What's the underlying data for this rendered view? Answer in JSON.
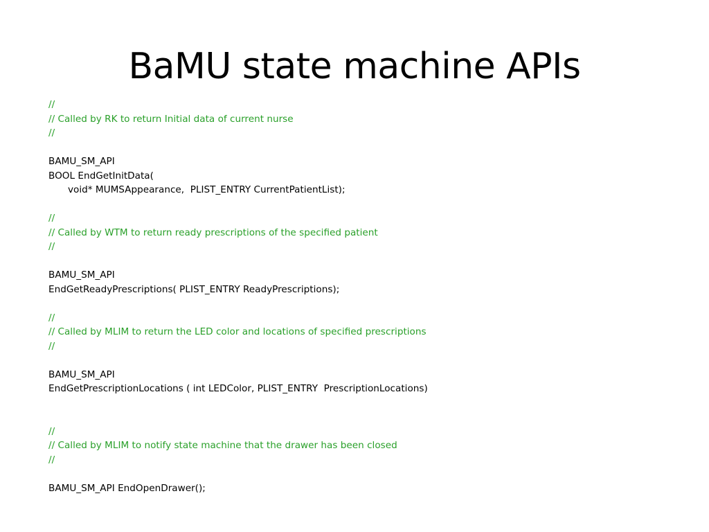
{
  "slide": {
    "title": "BaMU state machine APIs",
    "colors": {
      "comment": "#2aa02a",
      "code": "#000000",
      "background": "#ffffff"
    },
    "lines": [
      {
        "kind": "comment",
        "text": "//"
      },
      {
        "kind": "comment",
        "text": "// Called by RK to return Initial data of current nurse"
      },
      {
        "kind": "comment",
        "text": "//"
      },
      {
        "kind": "blank",
        "text": ""
      },
      {
        "kind": "code",
        "text": "BAMU_SM_API"
      },
      {
        "kind": "code",
        "text": "BOOL EndGetInitData("
      },
      {
        "kind": "code-indent",
        "text": "void* MUMSAppearance,  PLIST_ENTRY CurrentPatientList);"
      },
      {
        "kind": "blank",
        "text": ""
      },
      {
        "kind": "comment",
        "text": "//"
      },
      {
        "kind": "comment",
        "text": "// Called by WTM to return ready prescriptions of the specified patient"
      },
      {
        "kind": "comment",
        "text": "//"
      },
      {
        "kind": "blank",
        "text": ""
      },
      {
        "kind": "code",
        "text": "BAMU_SM_API"
      },
      {
        "kind": "code",
        "text": "EndGetReadyPrescriptions( PLIST_ENTRY ReadyPrescriptions);"
      },
      {
        "kind": "blank",
        "text": ""
      },
      {
        "kind": "comment",
        "text": "//"
      },
      {
        "kind": "comment",
        "text": "// Called by MLIM to return the LED color and locations of specified prescriptions"
      },
      {
        "kind": "comment",
        "text": "//"
      },
      {
        "kind": "blank",
        "text": ""
      },
      {
        "kind": "code",
        "text": "BAMU_SM_API"
      },
      {
        "kind": "code",
        "text": "EndGetPrescriptionLocations ( int LEDColor, PLIST_ENTRY  PrescriptionLocations)"
      },
      {
        "kind": "blank",
        "text": ""
      },
      {
        "kind": "blank",
        "text": ""
      },
      {
        "kind": "comment",
        "text": "//"
      },
      {
        "kind": "comment",
        "text": "// Called by MLIM to notify state machine that the drawer has been closed"
      },
      {
        "kind": "comment",
        "text": "//"
      },
      {
        "kind": "blank",
        "text": ""
      },
      {
        "kind": "code",
        "text": "BAMU_SM_API EndOpenDrawer();"
      }
    ]
  }
}
